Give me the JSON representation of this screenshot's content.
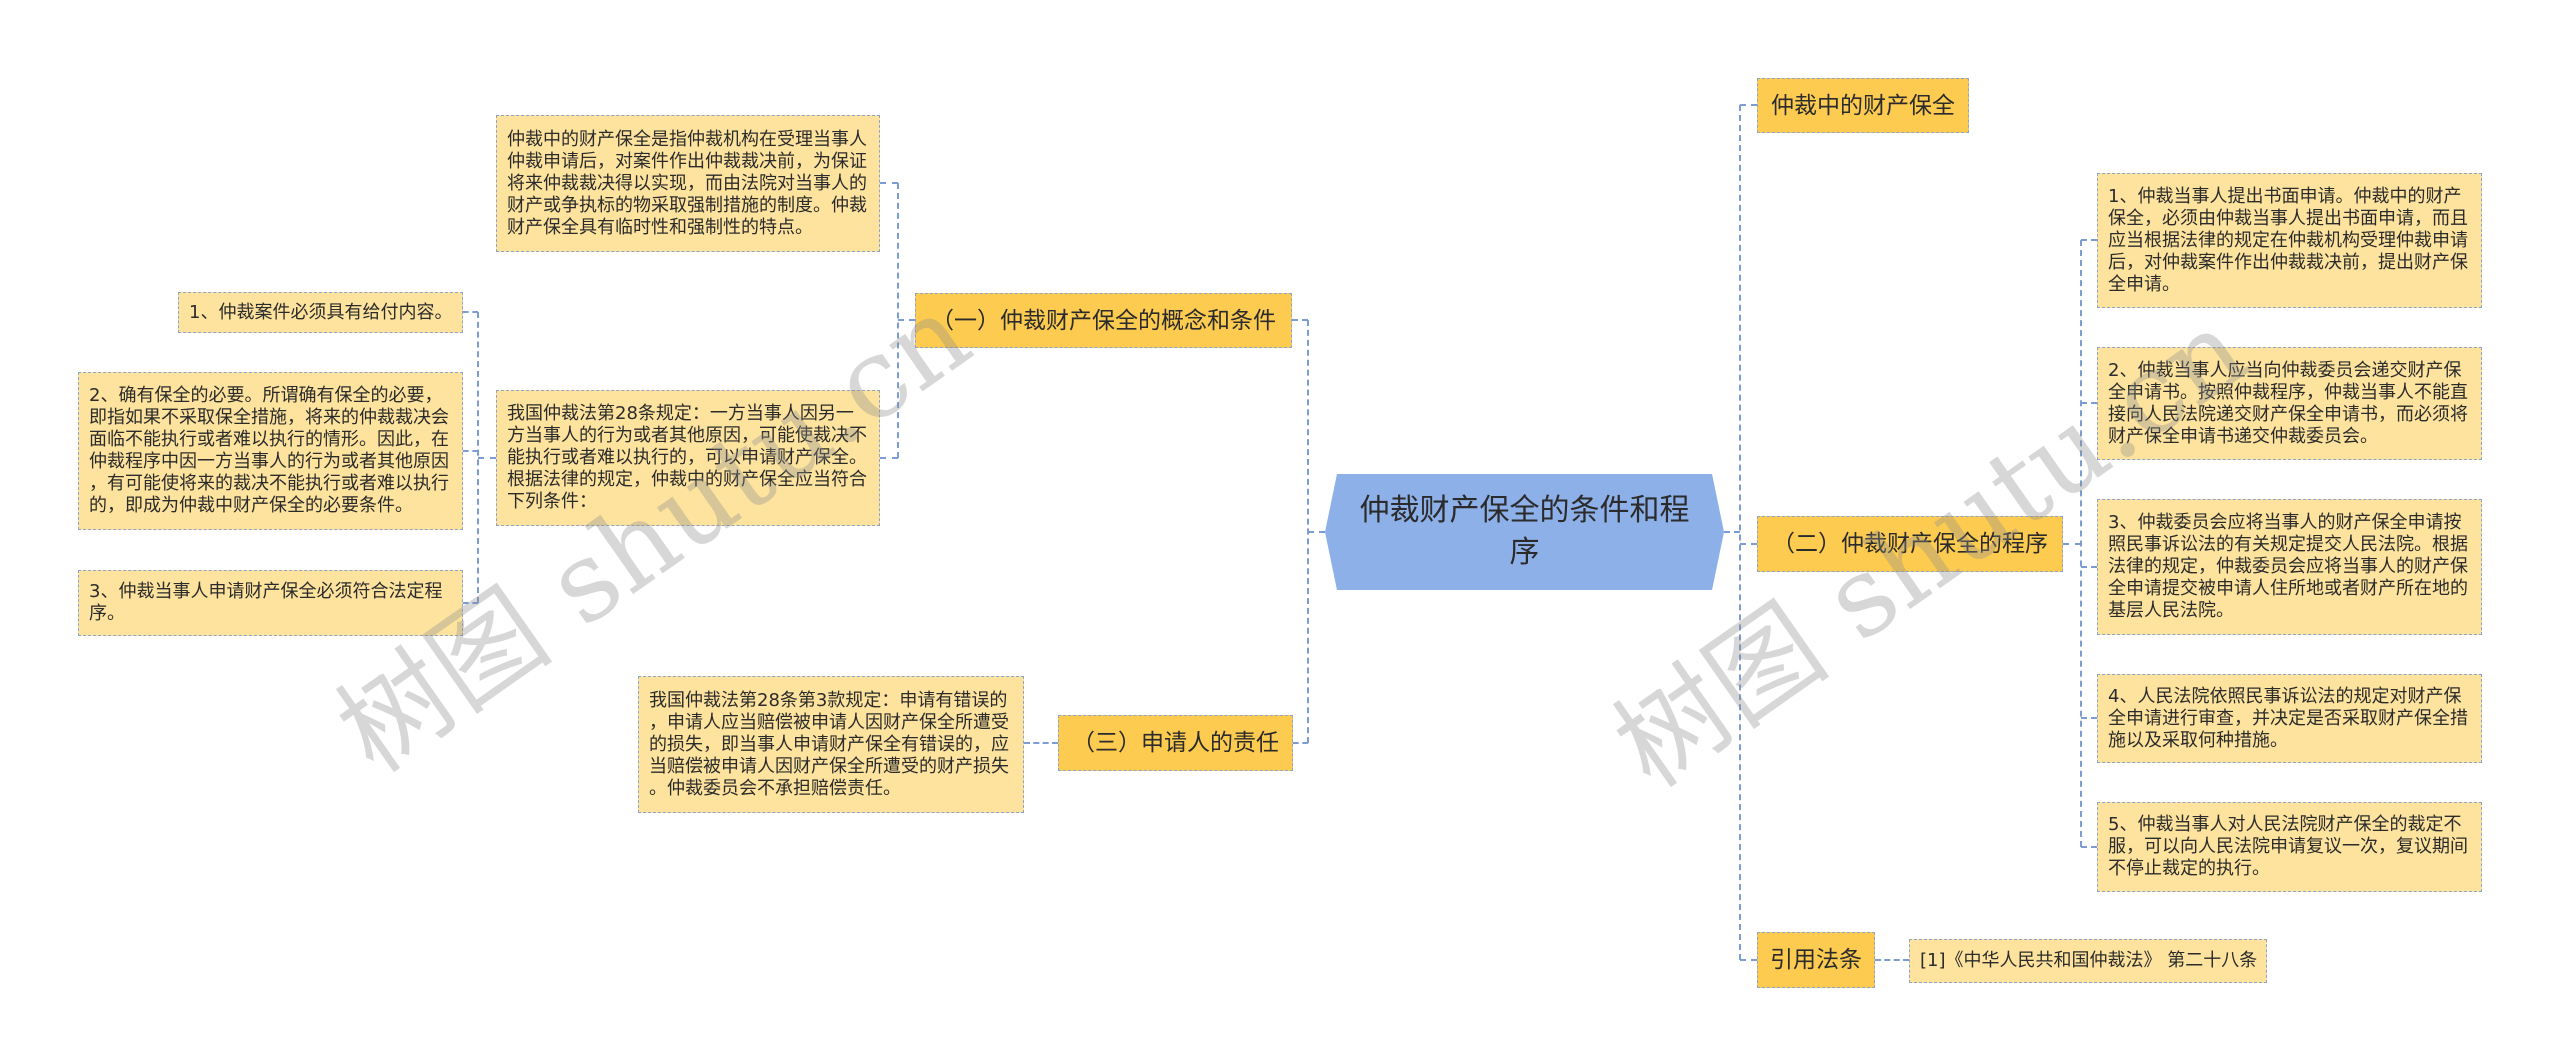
{
  "mindmap": {
    "root": {
      "title": "仲裁财产保全的条件和程\n序"
    },
    "left": {
      "concept": {
        "label": "（一）仲裁财产保全的概念和条件",
        "definition": "仲裁中的财产保全是指仲裁机构在受理当事人\n仲裁申请后，对案件作出仲裁裁决前，为保证\n将来仲裁裁决得以实现，而由法院对当事人的\n财产或争执标的物采取强制措施的制度。仲裁\n财产保全具有临时性和强制性的特点。",
        "article28": "我国仲裁法第28条规定：一方当事人因另一\n方当事人的行为或者其他原因，可能使裁决不\n能执行或者难以执行的，可以申请财产保全。\n根据法律的规定，仲裁中的财产保全应当符合\n下列条件：",
        "conditions": [
          "1、仲裁案件必须具有给付内容。",
          "2、确有保全的必要。所谓确有保全的必要，\n即指如果不采取保全措施，将来的仲裁裁决会\n面临不能执行或者难以执行的情形。因此，在\n仲裁程序中因一方当事人的行为或者其他原因\n，有可能使将来的裁决不能执行或者难以执行\n的，即成为仲裁中财产保全的必要条件。",
          "3、仲裁当事人申请财产保全必须符合法定程\n序。"
        ]
      },
      "liability": {
        "label": "（三）申请人的责任",
        "detail": "我国仲裁法第28条第3款规定：申请有错误的\n，申请人应当赔偿被申请人因财产保全所遭受\n的损失，即当事人申请财产保全有错误的，应\n当赔偿被申请人因财产保全所遭受的财产损失\n。仲裁委员会不承担赔偿责任。"
      }
    },
    "right": {
      "property_preservation": {
        "label": "仲裁中的财产保全"
      },
      "procedure": {
        "label": "（二）仲裁财产保全的程序",
        "steps": [
          "1、仲裁当事人提出书面申请。仲裁中的财产\n保全，必须由仲裁当事人提出书面申请，而且\n应当根据法律的规定在仲裁机构受理仲裁申请\n后，对仲裁案件作出仲裁裁决前，提出财产保\n全申请。",
          "2、仲裁当事人应当向仲裁委员会递交财产保\n全申请书。按照仲裁程序，仲裁当事人不能直\n接向人民法院递交财产保全申请书，而必须将\n财产保全申请书递交仲裁委员会。",
          "3、仲裁委员会应将当事人的财产保全申请按\n照民事诉讼法的有关规定提交人民法院。根据\n法律的规定，仲裁委员会应将当事人的财产保\n全申请提交被申请人住所地或者财产所在地的\n基层人民法院。",
          "4、人民法院依照民事诉讼法的规定对财产保\n全申请进行审查，并决定是否采取财产保全措\n施以及采取何种措施。",
          "5、仲裁当事人对人民法院财产保全的裁定不\n服，可以向人民法院申请复议一次，复议期间\n不停止裁定的执行。"
        ]
      },
      "cited_law": {
        "label": "引用法条",
        "items": [
          "[1]《中华人民共和国仲裁法》 第二十八条"
        ]
      }
    }
  },
  "watermark": {
    "text": "树图 shutu.cn"
  },
  "colors": {
    "root_fill": "#8DB0E9",
    "topic_fill": "#FDCB4F",
    "leaf_fill": "#FDE39E",
    "connector": "#7C9CD4",
    "border": "#8FA4C6",
    "text": "#2B2B2B"
  }
}
